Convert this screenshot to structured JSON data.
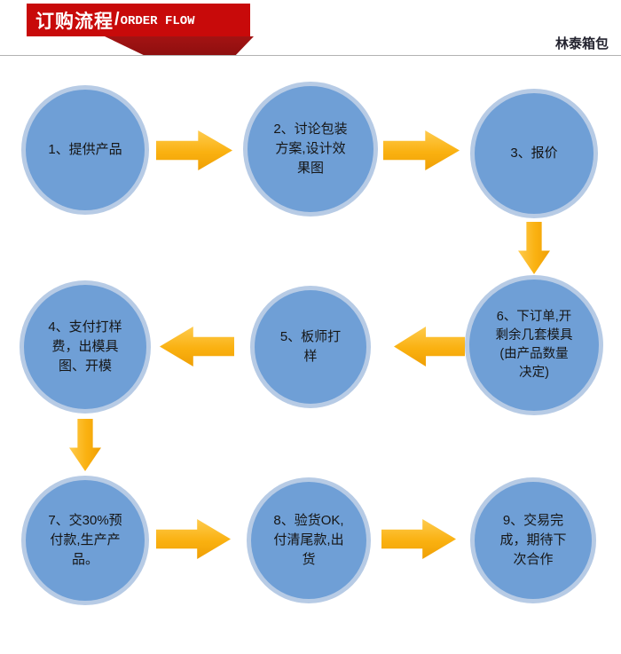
{
  "header": {
    "title_cn": "订购流程",
    "divider": "/",
    "title_en": "ORDER FLOW",
    "brand": "林泰箱包"
  },
  "colors": {
    "banner_red": "#c80a0a",
    "ribbon_dark_red": "#9a1111",
    "circle_blue": "#6f9fd6",
    "circle_ring_blue": "#b7cbe5",
    "arrow_gold": "#fab110",
    "text_dark": "#151515"
  },
  "flow": {
    "steps": [
      {
        "label": "1、提供产品"
      },
      {
        "label": "2、讨论包装方案,设计效果图"
      },
      {
        "label": "3、报价"
      },
      {
        "label": "4、支付打样费，出模具图、开模"
      },
      {
        "label": "5、板师打样"
      },
      {
        "label": "6、下订单,开剩余几套模具(由产品数量决定)"
      },
      {
        "label": "7、交30%预付款,生产产品。"
      },
      {
        "label": "8、验货OK,付清尾款,出货"
      },
      {
        "label": "9、交易完成，期待下次合作"
      }
    ]
  }
}
